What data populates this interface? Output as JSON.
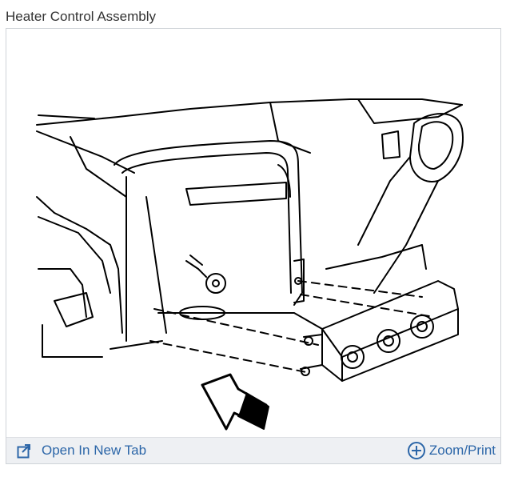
{
  "title": "Heater Control Assembly",
  "footer": {
    "open_tab_label": "Open In New Tab",
    "zoom_print_label": "Zoom/Print",
    "open_tab_icon": "open-in-new-tab-icon",
    "zoom_icon": "plus-circle-icon"
  },
  "colors": {
    "link": "#2c66a8",
    "footer_bg": "#eef0f3",
    "border": "#cfd3d8"
  }
}
